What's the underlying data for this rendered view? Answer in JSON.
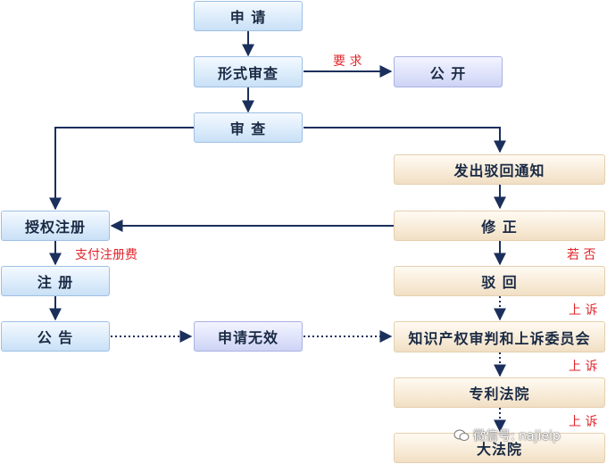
{
  "nodes": {
    "apply": "申 请",
    "formal_exam": "形式审查",
    "publish": "公 开",
    "exam": "审 查",
    "office_action": "发出驳回通知",
    "grant_register": "授权注册",
    "amend": "修 正",
    "register": "注 册",
    "reject": "驳 回",
    "announce": "公 告",
    "invalid": "申请无效",
    "ip_board": "知识产权审判和上诉委员会",
    "patent_court": "专利法院",
    "supreme_court": "大法院"
  },
  "labels": {
    "request": "要 求",
    "pay_fee": "支付注册费",
    "if_not": "若 否",
    "appeal_1": "上 诉",
    "appeal_2": "上 诉",
    "appeal_3": "上 诉"
  },
  "watermark": {
    "text": "微信号: najieip",
    "icon": "wechat-icon"
  },
  "colors": {
    "arrow": "#1b2f5c",
    "label_red": "#e0252b"
  }
}
